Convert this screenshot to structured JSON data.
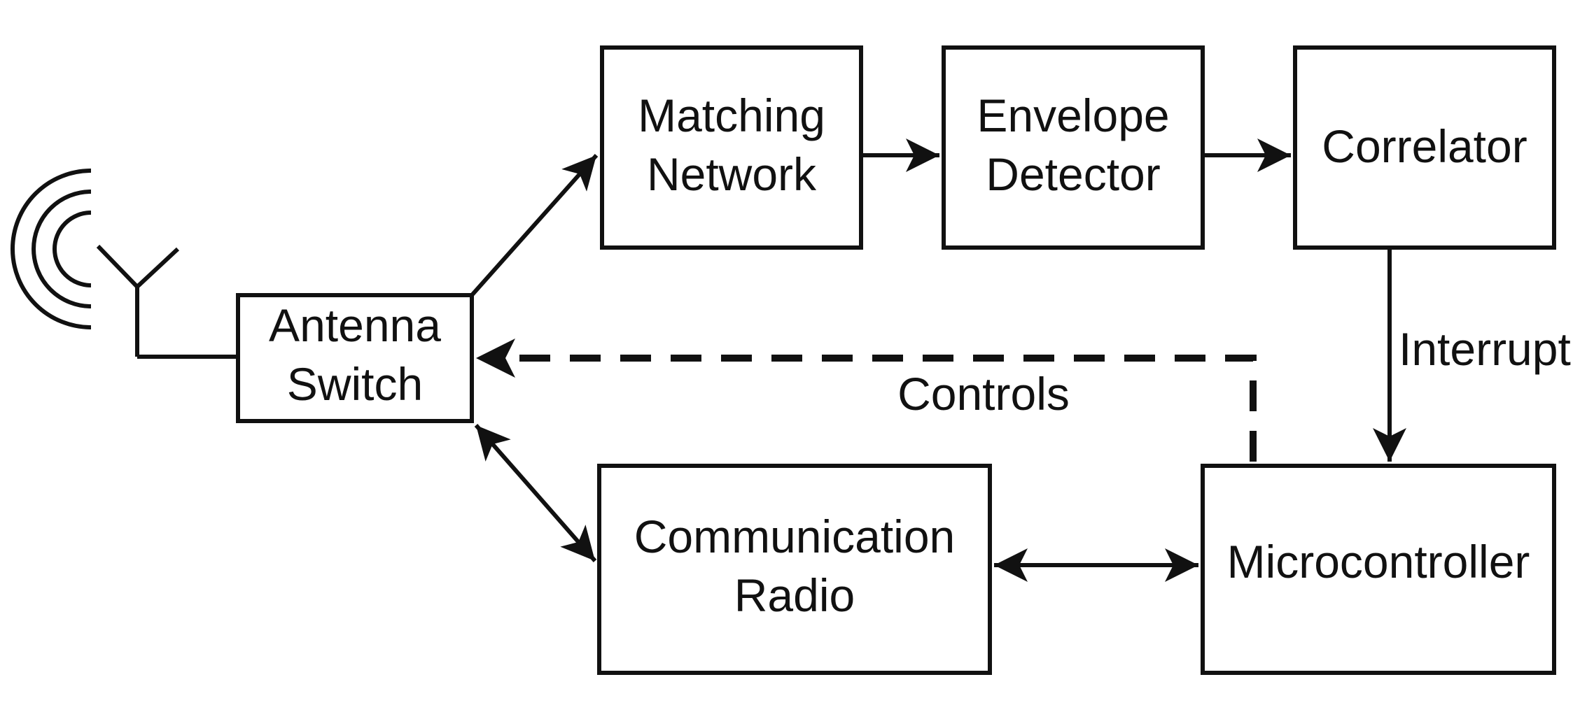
{
  "blocks": {
    "antenna_switch": [
      "Antenna",
      "Switch"
    ],
    "matching_network": [
      "Matching",
      "Network"
    ],
    "envelope_detector": [
      "Envelope",
      "Detector"
    ],
    "correlator": [
      "Correlator"
    ],
    "communication_radio": [
      "Communication",
      "Radio"
    ],
    "microcontroller": [
      "Microcontroller"
    ]
  },
  "labels": {
    "interrupt": "Interrupt",
    "controls": "Controls"
  },
  "colors": {
    "stroke": "#111111",
    "background": "#ffffff"
  },
  "icons": {
    "antenna": "antenna-icon",
    "signal_waves": "signal-waves-icon"
  }
}
